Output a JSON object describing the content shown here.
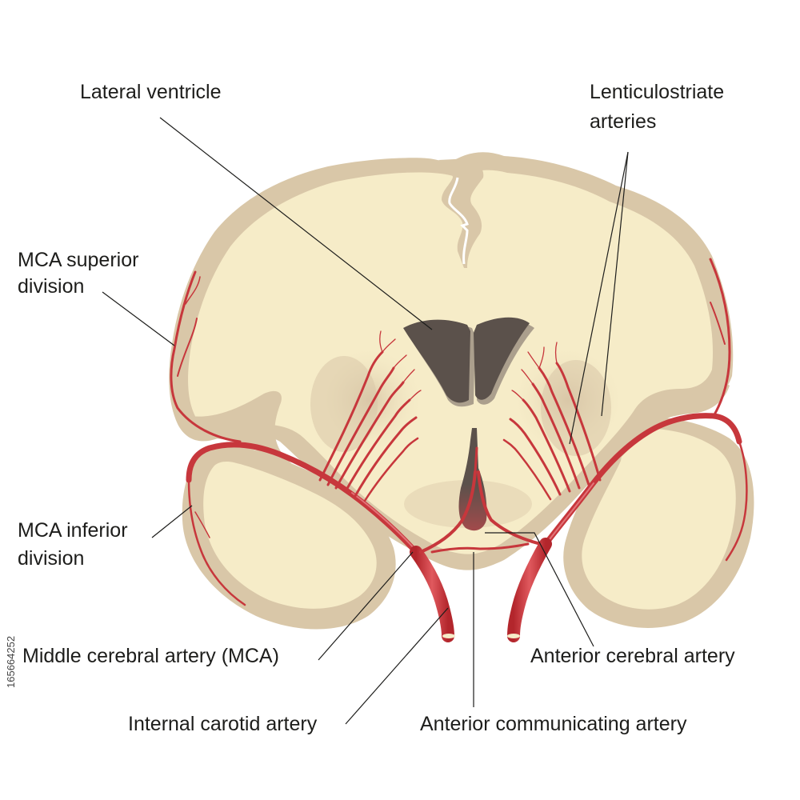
{
  "labels": {
    "lateral_ventricle": "Lateral ventricle",
    "lenticulostriate_line1": "Lenticulostriate",
    "lenticulostriate_line2": "arteries",
    "mca_superior_line1": "MCA superior",
    "mca_superior_line2": "division",
    "mca_inferior_line1": "MCA inferior",
    "mca_inferior_line2": "division",
    "middle_cerebral_artery": "Middle cerebral artery (MCA)",
    "internal_carotid_artery": "Internal carotid artery",
    "anterior_cerebral_artery": "Anterior cerebral artery",
    "anterior_communicating_artery": "Anterior communicating artery"
  },
  "image_id": "165664252",
  "colors": {
    "white_matter": "#f6ecc8",
    "gray_matter": "#d9c7a8",
    "basal_ganglia": "#e6d6b3",
    "ventricle": "#5b514b",
    "artery": "#c7373c",
    "artery_light": "#e27479",
    "leader_line": "#1d1d1b",
    "text": "#1d1d1b"
  }
}
